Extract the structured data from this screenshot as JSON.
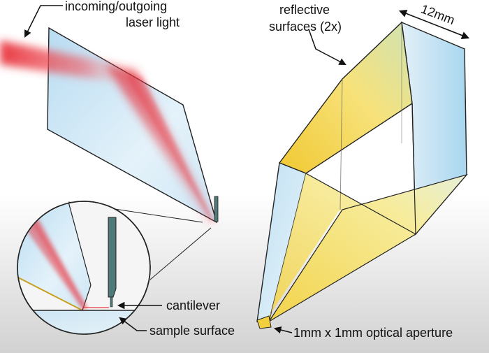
{
  "labels": {
    "incoming_line1": "incoming/outgoing",
    "incoming_line2": "laser light",
    "reflective_line1": "reflective",
    "reflective_line2": "surfaces (2x)",
    "width": "12mm",
    "cantilever": "cantilever",
    "sample_surface": "sample surface",
    "aperture": "1mm x 1mm optical aperture"
  },
  "colors": {
    "laser": "#e8323c",
    "glass": "#cfe8f6",
    "reflective": "#f2cf3c",
    "cantilever": "#4f7a77",
    "outline": "#222222"
  }
}
